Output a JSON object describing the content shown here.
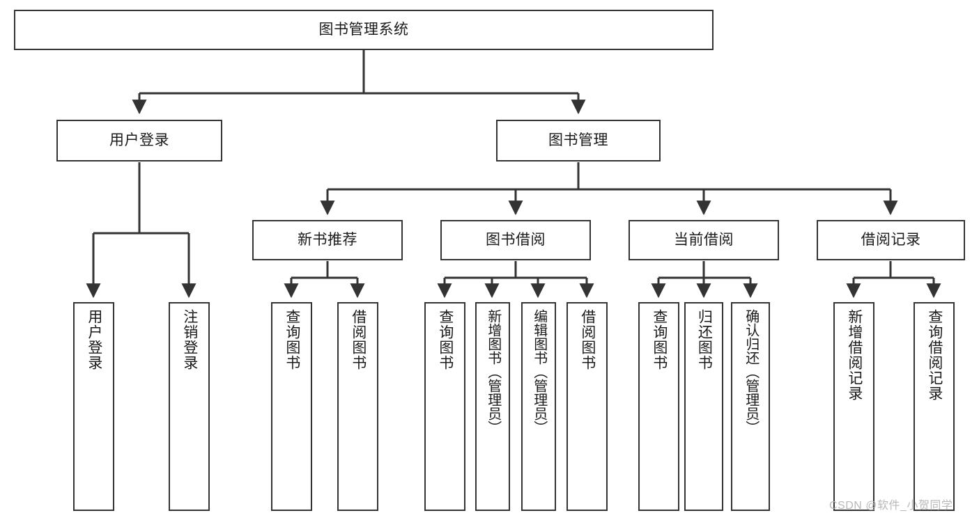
{
  "diagram": {
    "type": "tree-hierarchy",
    "title": "图书管理系统",
    "watermark": "CSDN @软件_小贺同学",
    "colors": {
      "box_border": "#333333",
      "box_fill": "#ffffff",
      "connector": "#333333",
      "text": "#1a1a1a",
      "watermark": "#b9b9b9"
    },
    "levels": [
      {
        "level": 1,
        "nodes": [
          "root"
        ]
      },
      {
        "level": 2,
        "nodes": [
          "user-login",
          "book-management"
        ]
      },
      {
        "level": 3,
        "nodes": [
          "new-book-recommend",
          "book-borrow",
          "current-borrow",
          "borrow-record"
        ]
      },
      {
        "level": 4,
        "nodes": [
          "leaf nodes (vertical text)"
        ]
      }
    ],
    "nodes": {
      "root": {
        "label": "图书管理系统"
      },
      "user_login": {
        "label": "用户登录"
      },
      "book_management": {
        "label": "图书管理"
      },
      "new_book_recommend": {
        "label": "新书推荐"
      },
      "book_borrow": {
        "label": "图书借阅"
      },
      "current_borrow": {
        "label": "当前借阅"
      },
      "borrow_record": {
        "label": "借阅记录"
      }
    },
    "leaves": {
      "user_login": [
        {
          "label": "用户登录"
        },
        {
          "label": "注销登录"
        }
      ],
      "new_book_recommend": [
        {
          "label": "查询图书"
        },
        {
          "label": "借阅图书"
        }
      ],
      "book_borrow": [
        {
          "label": "查询图书"
        },
        {
          "label": "新增图书（管理员）"
        },
        {
          "label": "编辑图书（管理员）"
        },
        {
          "label": "借阅图书"
        }
      ],
      "current_borrow": [
        {
          "label": "查询图书"
        },
        {
          "label": "归还图书"
        },
        {
          "label": "确认归还（管理员）"
        }
      ],
      "borrow_record": [
        {
          "label": "新增借阅记录"
        },
        {
          "label": "查询借阅记录"
        }
      ]
    }
  }
}
